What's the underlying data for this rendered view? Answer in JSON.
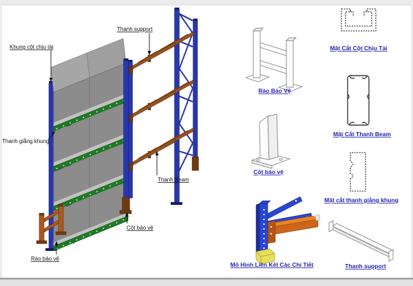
{
  "diagram": {
    "title_hint": "Pallet racking components diagram",
    "callouts": {
      "load_frame": "Khung cột chịu tải",
      "support_bar": "Thanh support",
      "frame_bracing": "Thanh giằng khung",
      "beam": "Thanh Beam",
      "guard_post": "Cột bảo vệ",
      "guard_rail": "Rào bảo vệ"
    },
    "details": [
      {
        "label": "Rào Bảo Vệ"
      },
      {
        "label": "Mặt Cắt Cột Chịu Tải"
      },
      {
        "label": "Cột bảo vệ"
      },
      {
        "label": "Mặt Cắt Thanh Beam"
      },
      {
        "label": "Mặt cắt thanh giằng khung"
      },
      {
        "label": "Mô Hình Liên Kết Các Chi Tiết"
      },
      {
        "label": "Thanh support"
      }
    ],
    "colors": {
      "upright_blue": "#2837ac",
      "beam_orange": "#96521f",
      "shelf_green": "#1f7a24",
      "load_gray": "#8c8c8c",
      "model_blue": "#2a46d4",
      "model_orange": "#ef8220",
      "model_yellow": "#e8e05a",
      "callout_text": "#111111",
      "detail_label_blue": "#2222b2"
    }
  }
}
